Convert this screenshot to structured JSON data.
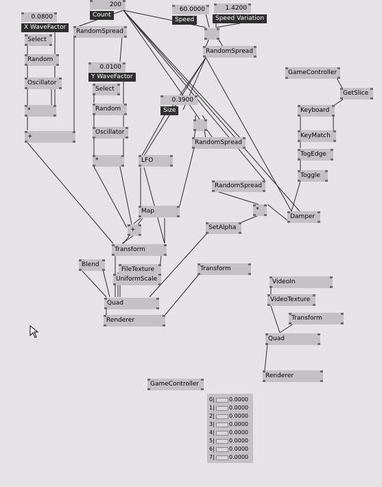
{
  "value_boxes": [
    {
      "name": "x-wave-factor-value",
      "value": "0.0800"
    },
    {
      "name": "count-value",
      "value": "200"
    },
    {
      "name": "speed-value",
      "value": "60.0000"
    },
    {
      "name": "speed-variation-value",
      "value": "1.4200"
    },
    {
      "name": "y-wave-factor-value",
      "value": "0.0100"
    },
    {
      "name": "size-value",
      "value": "0.3900"
    }
  ],
  "tags": [
    {
      "name": "x-wave-factor-tag",
      "label": "X WaveFactor"
    },
    {
      "name": "count-tag",
      "label": "Count"
    },
    {
      "name": "speed-tag",
      "label": "Speed"
    },
    {
      "name": "speed-variation-tag",
      "label": "Speed Variation"
    },
    {
      "name": "y-wave-factor-tag",
      "label": "Y WaveFactor"
    },
    {
      "name": "size-tag",
      "label": "Size"
    }
  ],
  "nodes": {
    "select_x": "Select",
    "random_x": "Random",
    "oscillator_x": "Oscillator",
    "mult_x": "*",
    "plus_x": "+",
    "randomspread_1": "RandomSpread",
    "select_y": "Select",
    "random_y": "Random",
    "oscillator_y": "Oscillator",
    "mult_y": "*",
    "randomspread_top": "RandomSpread",
    "small_box_top": "",
    "small_box_mid": "",
    "randomspread_mid": "RandomSpread",
    "randomspread_low": "RandomSpread",
    "lfo": "LFO",
    "map": "Map",
    "plus_mid": "+",
    "transform_main": "Transform",
    "blend": "Blend",
    "filetexture": "FileTexture",
    "uniformscale": "UniformScale",
    "quad_main": "Quad",
    "renderer_main": "Renderer",
    "setalpha": "SetAlpha",
    "transform_right": "Transform",
    "mult_right": "*",
    "damper": "Damper",
    "gamecontroller_top": "GameController",
    "getslice": "GetSlice",
    "keyboard": "Keyboard",
    "keymatch": "KeyMatch",
    "togedge": "TogEdge",
    "toggle": "Toggle",
    "videoin": "VideoIn",
    "videotexture": "VideoTexture",
    "transform_video": "Transform",
    "quad_video": "Quad",
    "renderer_video": "Renderer",
    "gamecontroller_bottom": "GameController"
  },
  "channels": [
    {
      "index": "0|",
      "value": "0.0000"
    },
    {
      "index": "1|",
      "value": "0.0000"
    },
    {
      "index": "2|",
      "value": "0.0000"
    },
    {
      "index": "3|",
      "value": "0.0000"
    },
    {
      "index": "4|",
      "value": "0.0000"
    },
    {
      "index": "5|",
      "value": "0.0000"
    },
    {
      "index": "6|",
      "value": "0.0000"
    },
    {
      "index": "7|",
      "value": "0.0000"
    }
  ]
}
